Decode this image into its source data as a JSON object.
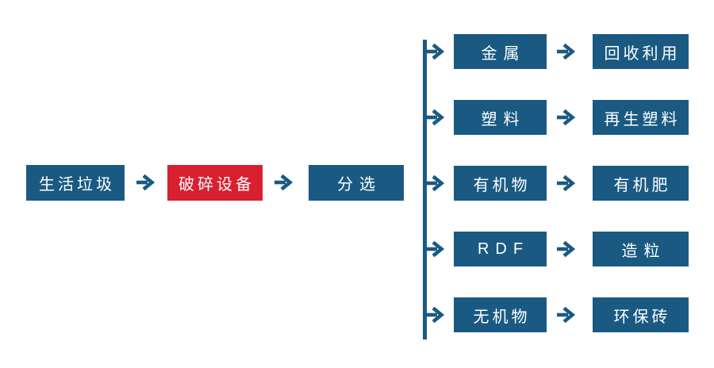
{
  "colors": {
    "node_blue": "#1A5A82",
    "node_highlight_red": "#D9202F",
    "connector_blue": "#1A5A82",
    "background": "#FFFFFF",
    "node_text": "#FFFFFF"
  },
  "main_chain": [
    {
      "label": "生活垃圾"
    },
    {
      "label": "破碎设备",
      "highlighted": true
    },
    {
      "label": "分选"
    }
  ],
  "branches": [
    {
      "source": "金属",
      "result": "回收利用"
    },
    {
      "source": "塑料",
      "result": "再生塑料"
    },
    {
      "source": "有机物",
      "result": "有机肥"
    },
    {
      "source": "RDF",
      "result": "造粒"
    },
    {
      "source": "无机物",
      "result": "环保砖"
    }
  ]
}
